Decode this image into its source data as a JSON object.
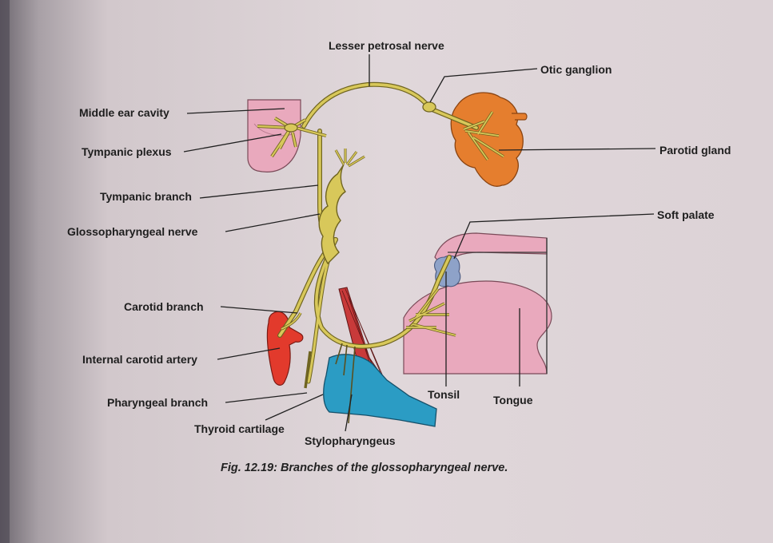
{
  "figure": {
    "caption": "Fig. 12.19: Branches of the glossopharyngeal nerve.",
    "labels": {
      "lesser_petrosal_nerve": "Lesser petrosal nerve",
      "otic_ganglion": "Otic ganglion",
      "middle_ear_cavity": "Middle ear cavity",
      "tympanic_plexus": "Tympanic plexus",
      "parotid_gland": "Parotid gland",
      "tympanic_branch": "Tympanic branch",
      "soft_palate": "Soft palate",
      "glossopharyngeal_nerve": "Glossopharyngeal nerve",
      "carotid_branch": "Carotid branch",
      "internal_carotid_artery": "Internal carotid artery",
      "tonsil": "Tonsil",
      "tongue": "Tongue",
      "pharyngeal_branch": "Pharyngeal branch",
      "thyroid_cartilage": "Thyroid cartilage",
      "stylopharyngeus": "Stylopharyngeus"
    }
  },
  "colors": {
    "nerve": "#d8c85a",
    "nerve_outline": "#6f6420",
    "parotid": "#e57e2e",
    "artery": "#e23a2c",
    "cartilage": "#2b9cc4",
    "pink_tissue": "#e9a9bd",
    "tonsil": "#8ea2c8",
    "paper": "#ddd3d6"
  }
}
